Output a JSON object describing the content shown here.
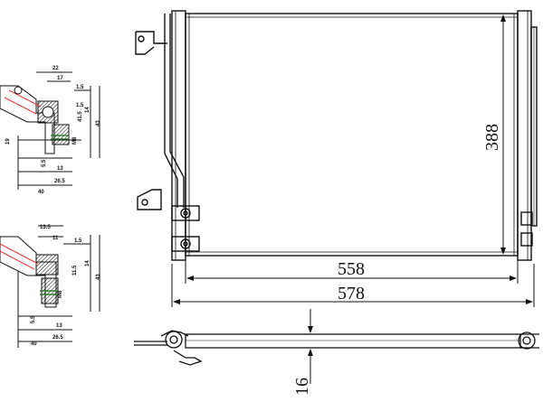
{
  "drawing": {
    "main_dims": {
      "height": "388",
      "inner_width": "558",
      "outer_width": "578",
      "thickness": "16"
    },
    "detail_top": {
      "labels": [
        "22",
        "17",
        "1.5",
        "1.5",
        "14",
        "41.5",
        "43",
        "19",
        "5.5",
        "13",
        "26.5",
        "40",
        "M8"
      ]
    },
    "detail_bottom": {
      "labels": [
        "13.5",
        "11",
        "1.5",
        "14",
        "11.5",
        "43",
        "5.5",
        "13",
        "26.5",
        "40",
        "M8"
      ]
    },
    "colors": {
      "line": "#111111",
      "accent_red": "#e53935",
      "accent_green": "#2e7d32"
    }
  }
}
